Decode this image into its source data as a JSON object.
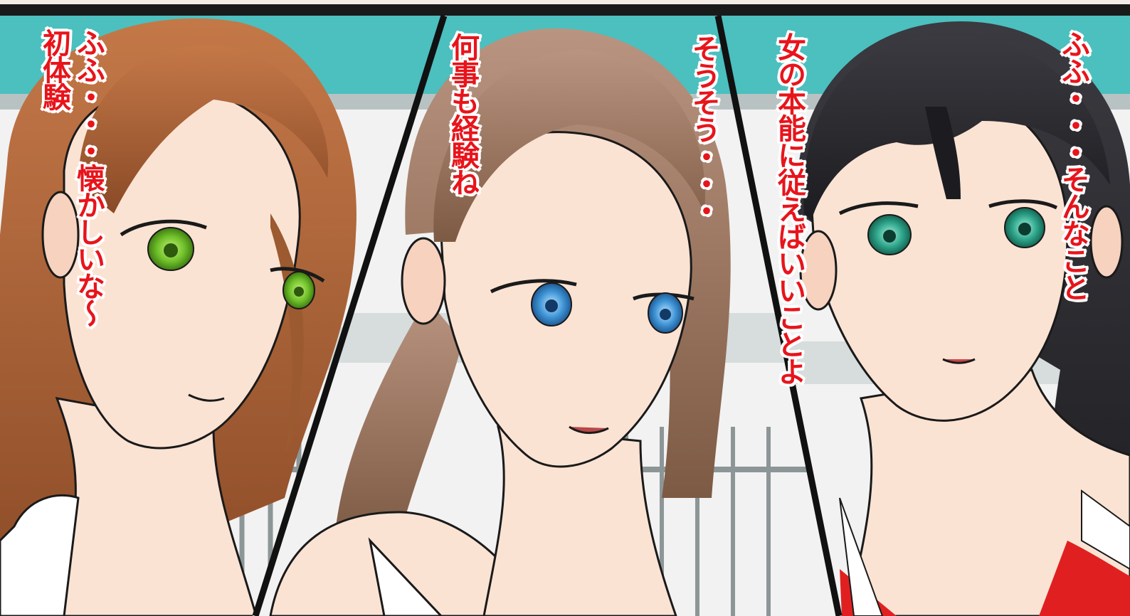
{
  "panels": [
    {
      "character": "brown-haired-woman-green-eyes",
      "hair_color": "#b86a3e",
      "eye_color": "#6fc02a",
      "dialogue_lines": [
        "ふふ・・・懐かしいな〜",
        "初体験"
      ]
    },
    {
      "character": "light-brown-haired-woman-blue-eyes",
      "hair_color": "#a9826a",
      "eye_color": "#3f95d6",
      "dialogue_lines": [
        "何事も経験ね"
      ],
      "dialogue_lines_2": [
        "そうそう・・・"
      ]
    },
    {
      "character": "black-haired-woman-teal-eyes",
      "hair_color": "#2a2a2e",
      "eye_color": "#2fa68c",
      "dialogue_lines": [
        "女の本能に従えばいいことよ"
      ],
      "dialogue_lines_2": [
        "ふふ・・・そんなこと"
      ]
    }
  ],
  "colors": {
    "speech_text": "#e8141b",
    "panel_border": "#111111",
    "background_teal": "#4cbfbf",
    "skin": "#fbe3d4",
    "top_wear_red": "#e02020"
  }
}
